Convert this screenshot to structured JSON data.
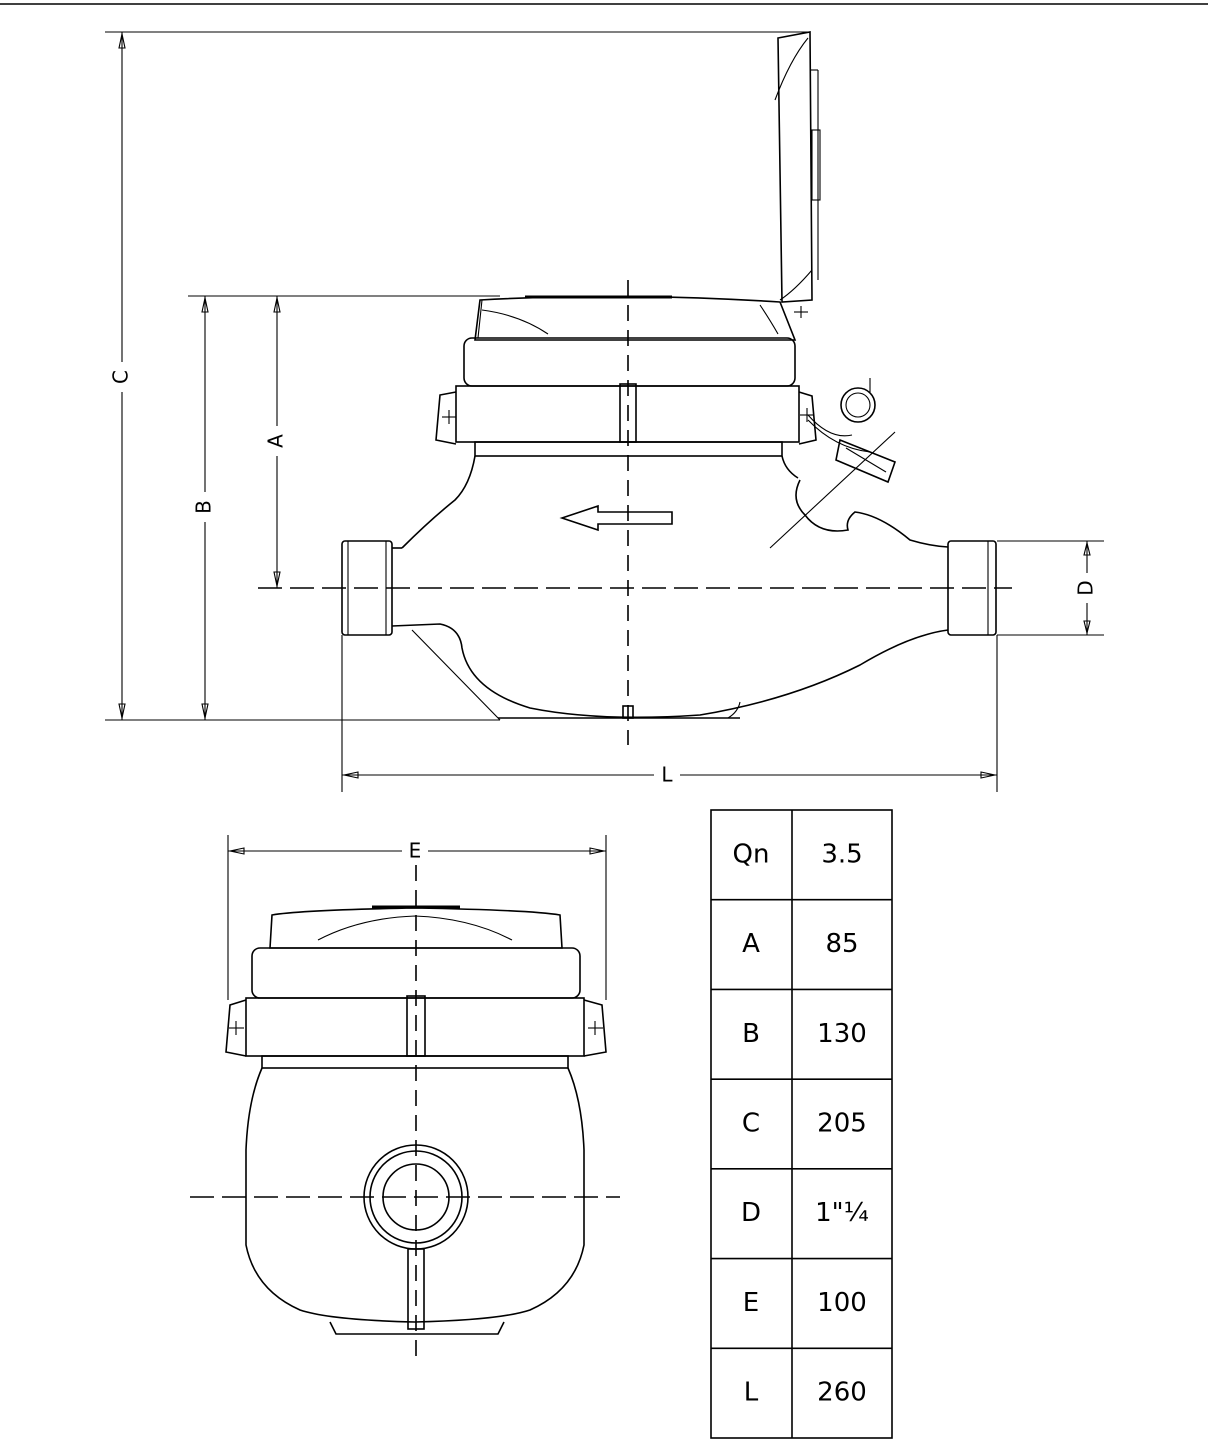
{
  "dimension_labels": {
    "C": "C",
    "B": "B",
    "A": "A",
    "D": "D",
    "L": "L",
    "E": "E"
  },
  "table": {
    "rows": [
      {
        "key": "Qn",
        "value": "3.5"
      },
      {
        "key": "A",
        "value": "85"
      },
      {
        "key": "B",
        "value": "130"
      },
      {
        "key": "C",
        "value": "205"
      },
      {
        "key": "D",
        "value": "1\"¼"
      },
      {
        "key": "E",
        "value": "100"
      },
      {
        "key": "L",
        "value": "260"
      }
    ]
  }
}
